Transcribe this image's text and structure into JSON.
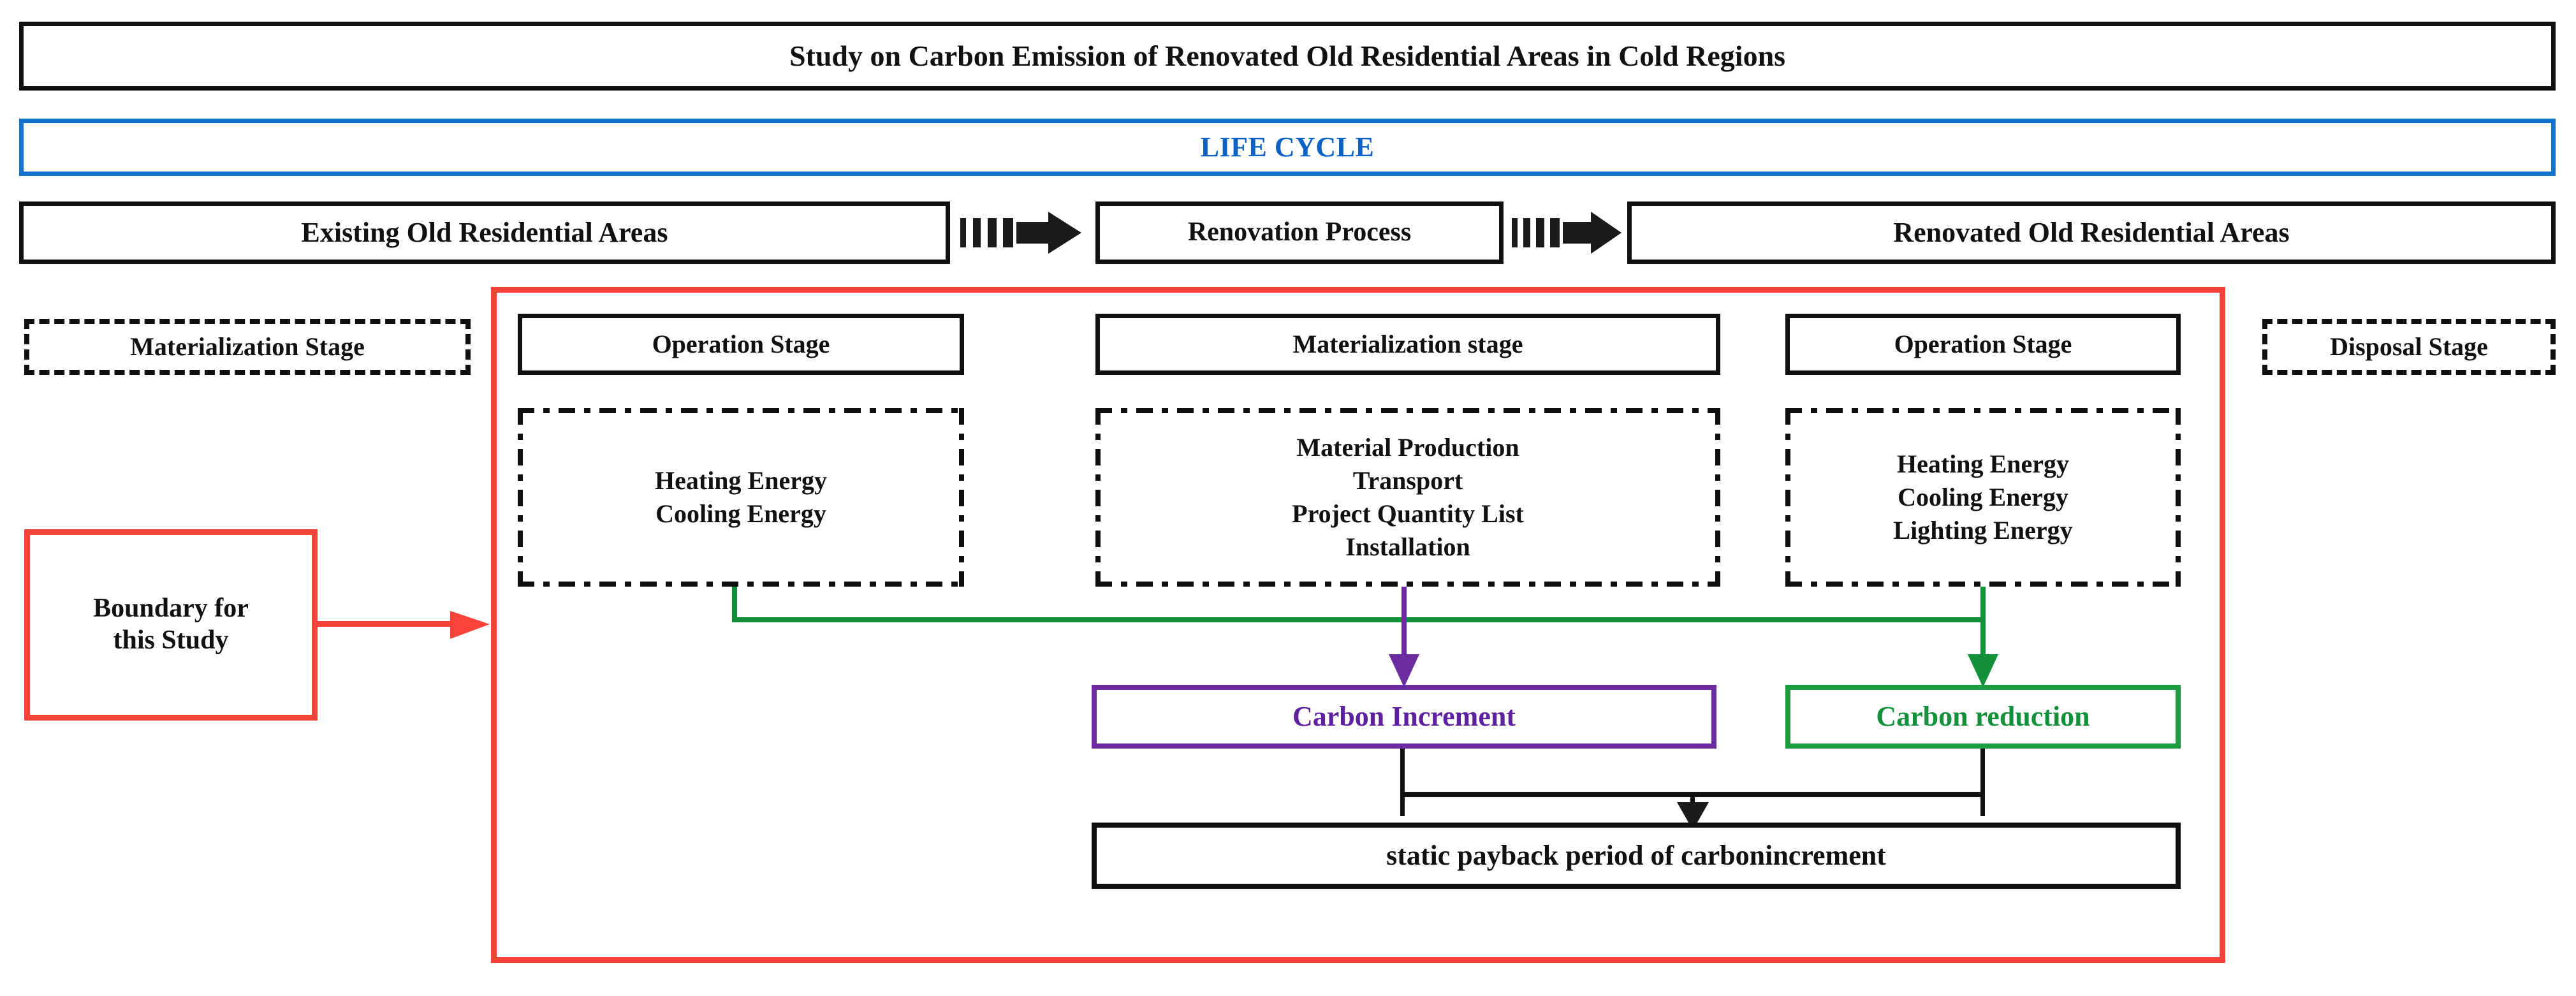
{
  "title": "Study on Carbon Emission of  Renovated Old Residential Areas in Cold Regions",
  "lifecycle": {
    "label": "LIFE CYCLE"
  },
  "process_row": {
    "left": "Existing Old Residential Areas",
    "arrow1": "block-arrow-right-icon",
    "middle": "Renovation Process",
    "arrow2": "block-arrow-right-icon",
    "right": "Renovated Old Residential Areas"
  },
  "stages": {
    "outside_left": "Materialization Stage",
    "outside_right": "Disposal Stage",
    "inner": [
      {
        "header": "Operation Stage",
        "items": [
          "Heating Energy",
          "Cooling Energy"
        ]
      },
      {
        "header": "Materialization stage",
        "items": [
          "Material Production",
          "Transport",
          "Project Quantity List",
          "Installation"
        ]
      },
      {
        "header": "Operation Stage",
        "items": [
          "Heating Energy",
          "Cooling Energy",
          "Lighting Energy"
        ]
      }
    ]
  },
  "boundary": {
    "label": "Boundary for\nthis Study",
    "line1": "Boundary for",
    "line2": "this Study"
  },
  "outcomes": {
    "increment": "Carbon Increment",
    "reduction": "Carbon  reduction"
  },
  "result": "static payback period of carbonincrement",
  "colors": {
    "boundary_red": "#FA4338",
    "lifecycle_blue": "#0B62C4",
    "increment_purple": "#5E1FA0",
    "reduction_green": "#12913A",
    "outline_black": "#111111"
  }
}
